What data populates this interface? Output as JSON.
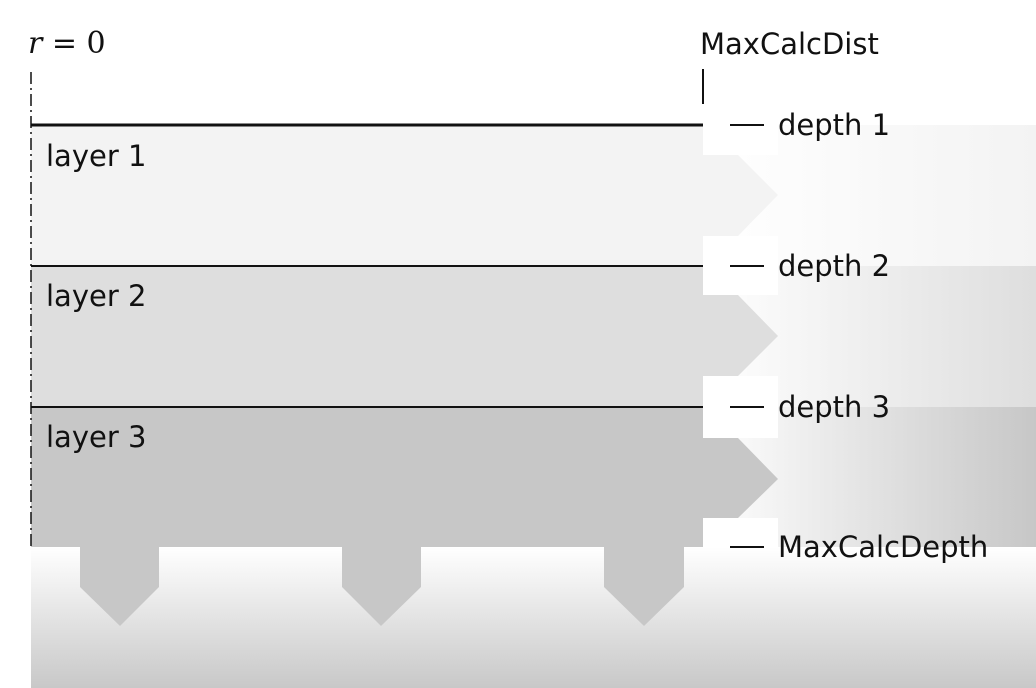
{
  "diagram": {
    "axis_label_var": "r",
    "axis_label_rest": " = 0",
    "max_calc_dist_label": "MaxCalcDist",
    "layers": [
      {
        "label": "layer 1",
        "color": "#f3f3f3"
      },
      {
        "label": "layer 2",
        "color": "#dedede"
      },
      {
        "label": "layer 3",
        "color": "#c7c7c7"
      }
    ],
    "depths": [
      {
        "label": "depth 1"
      },
      {
        "label": "depth 2"
      },
      {
        "label": "depth 3"
      },
      {
        "label": "MaxCalcDepth"
      }
    ],
    "colors": {
      "line": "#111111",
      "fade_dark": "#c8c8c8",
      "fade_light": "#ffffff"
    }
  }
}
